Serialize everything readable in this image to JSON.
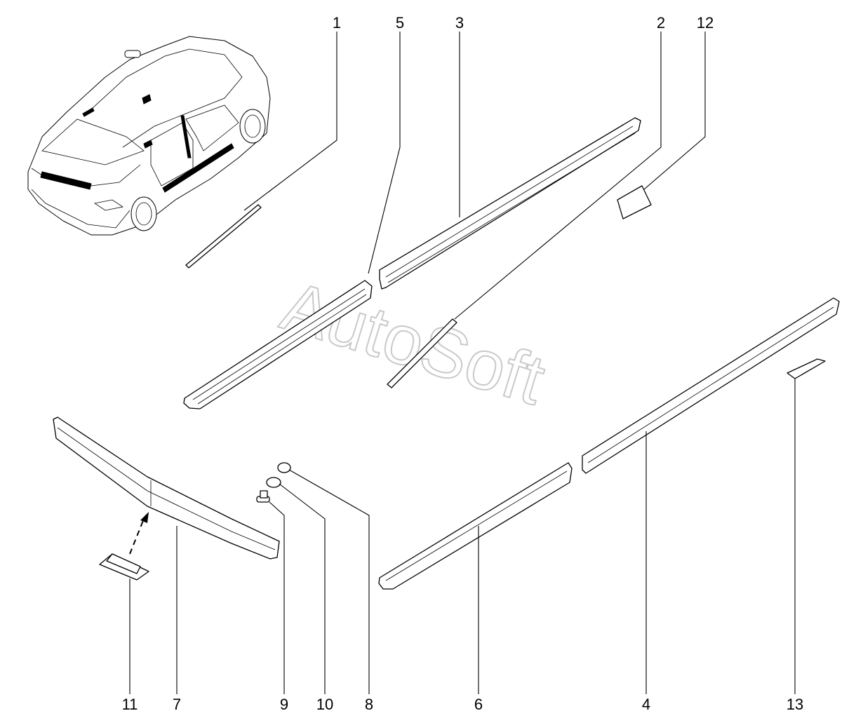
{
  "watermark": "AutoSoft",
  "callouts": [
    {
      "id": "1",
      "label": "1"
    },
    {
      "id": "5",
      "label": "5"
    },
    {
      "id": "3",
      "label": "3"
    },
    {
      "id": "2",
      "label": "2"
    },
    {
      "id": "12",
      "label": "12"
    },
    {
      "id": "11",
      "label": "11"
    },
    {
      "id": "7",
      "label": "7"
    },
    {
      "id": "9",
      "label": "9"
    },
    {
      "id": "10",
      "label": "10"
    },
    {
      "id": "8",
      "label": "8"
    },
    {
      "id": "6",
      "label": "6"
    },
    {
      "id": "4",
      "label": "4"
    },
    {
      "id": "13",
      "label": "13"
    }
  ]
}
